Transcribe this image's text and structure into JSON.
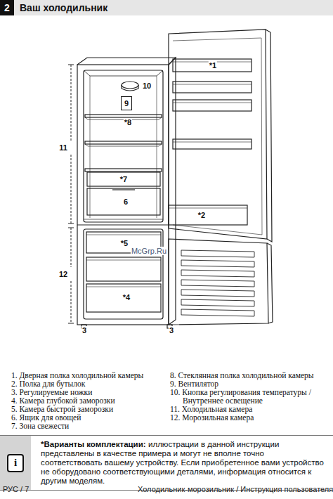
{
  "diagram": {
    "title": "Ваш холодильник",
    "nodes": [
      {
        "text": [
          "2"
        ]
      },
      {
        "text": [
          "9"
        ]
      },
      {
        "text": [
          "*Варианты комплектации:",
          "иллюстрации в данной инструкции представлены в качестве примера и могут не вполне точно соответствовать вашему устройству. Если приобретенное вами устройство не оборудовано соответствующими деталями, информация относится к другим моделям."
        ]
      },
      {
        "text": [
          "i"
        ],
        "in": 2
      }
    ],
    "labels": [
      "*1",
      "10",
      "*8",
      "11",
      "*7",
      "6",
      "*2",
      "*5",
      "12",
      "*4",
      "3",
      "3",
      "McGrp.Ru",
      "1. Дверная полка холодильной камеры",
      "2. Полка для бутылок",
      "3. Регулируемые ножки",
      "4. Камера глубокой заморозки",
      "5. Камера быстрой заморозки",
      "6. Ящик для овощей",
      "7. Зона свежести",
      "8. Стеклянная полка холодильной камеры",
      "9. Вентилятор",
      "10. Кнопка регулирования температуры / Внутреннее освещение",
      "11. Холодильная камера",
      "12. Морозильная камера",
      "РУС / 7",
      "Холодильник-морозильник / Инструкция пользователя"
    ]
  }
}
